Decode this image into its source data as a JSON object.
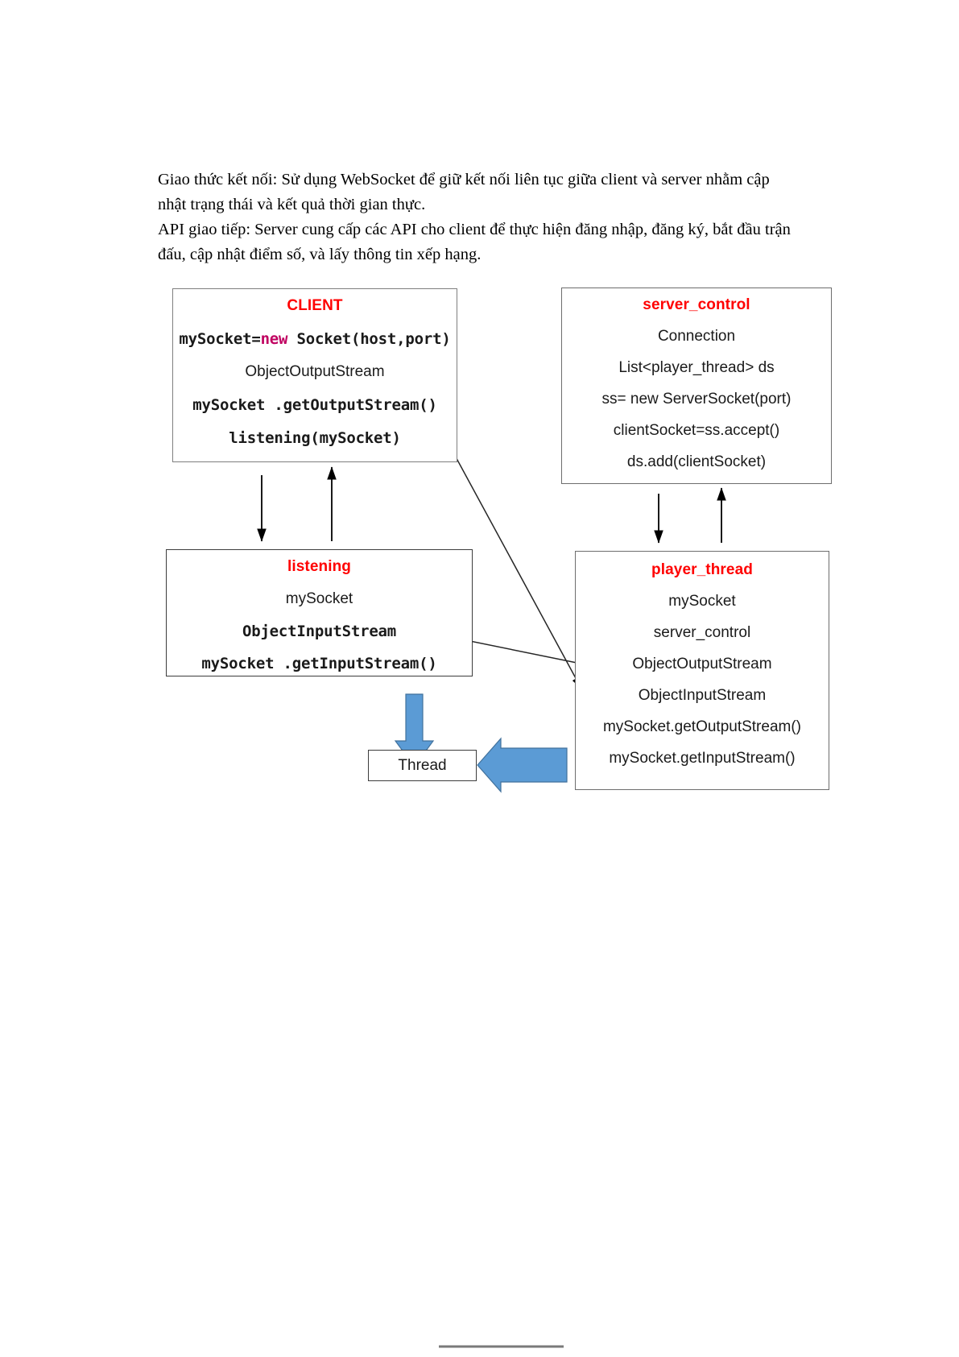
{
  "document": {
    "paragraphs": [
      "Giao thức kết nối: Sử dụng WebSocket để giữ kết nối liên tục giữa client và server nhằm cập nhật trạng thái và kết quả thời gian thực.",
      "API giao tiếp: Server cung cấp các API cho client để thực hiện đăng nhập, đăng ký, bắt đầu trận đấu, cập nhật điểm số, và lấy thông tin xếp hạng."
    ]
  },
  "diagram": {
    "type": "class-interaction-diagram",
    "colors": {
      "title_red": "#FF0000",
      "keyword_magenta": "#C00060",
      "blue_arrow_fill": "#5B9BD5",
      "blue_arrow_stroke": "#41719C",
      "box_border_grey": "#7F7F7F",
      "connector_black": "#000000"
    },
    "boxes": {
      "client": {
        "title": "CLIENT",
        "lines": [
          "mySocket=new Socket(host,port)",
          "ObjectOutputStream",
          "mySocket .getOutputStream()",
          "listening(mySocket)"
        ],
        "keyword": "new"
      },
      "server_control": {
        "title": "server_control",
        "lines": [
          "Connection",
          "List<player_thread> ds",
          "ss= new ServerSocket(port)",
          "clientSocket=ss.accept()",
          "ds.add(clientSocket)"
        ]
      },
      "listening": {
        "title": "listening",
        "lines": [
          "mySocket",
          "ObjectInputStream",
          "mySocket .getInputStream()"
        ]
      },
      "player_thread": {
        "title": "player_thread",
        "lines": [
          "mySocket",
          "server_control",
          "ObjectOutputStream",
          "ObjectInputStream",
          "mySocket.getOutputStream()",
          "mySocket.getInputStream()"
        ]
      },
      "thread": {
        "label": "Thread"
      }
    }
  }
}
